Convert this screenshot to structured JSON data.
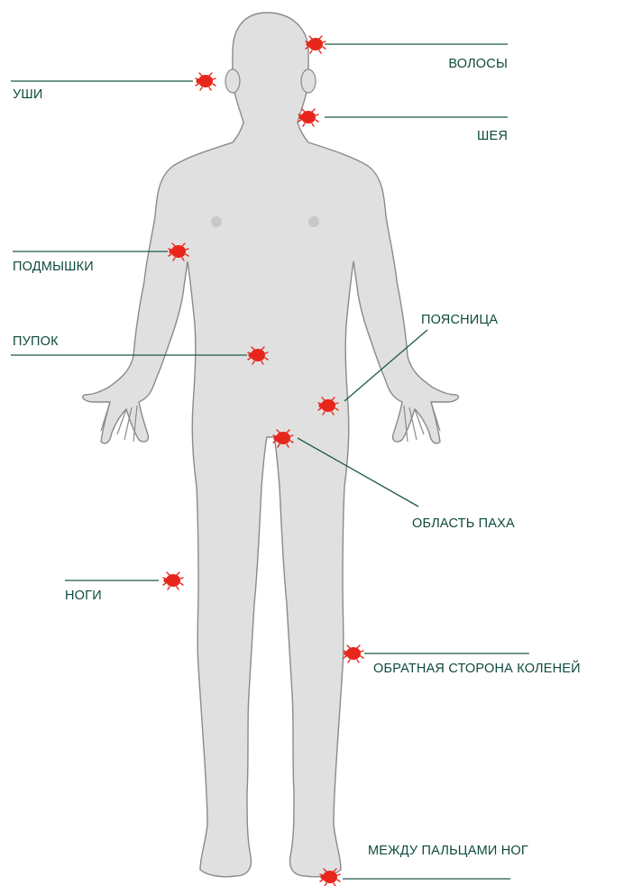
{
  "colors": {
    "body_fill": "#e0e0e0",
    "body_stroke": "#8a8a8a",
    "leader_line": "#1f5a46",
    "label_text": "#0e4a3c",
    "tick_marker": "#e8261c",
    "nipple": "#c8c8c8"
  },
  "tick_icon": "tick-icon",
  "labels": {
    "hair": "ВОЛОСЫ",
    "ears": "УШИ",
    "neck": "ШЕЯ",
    "armpits": "ПОДМЫШКИ",
    "lower_back": "ПОЯСНИЦА",
    "navel": "ПУПОК",
    "groin": "ОБЛАСТЬ ПАХА",
    "legs": "НОГИ",
    "back_of_knees": "ОБРАТНАЯ СТОРОНА КОЛЕНЕЙ",
    "between_toes": "МЕЖДУ ПАЛЬЦАМИ НОГ"
  }
}
